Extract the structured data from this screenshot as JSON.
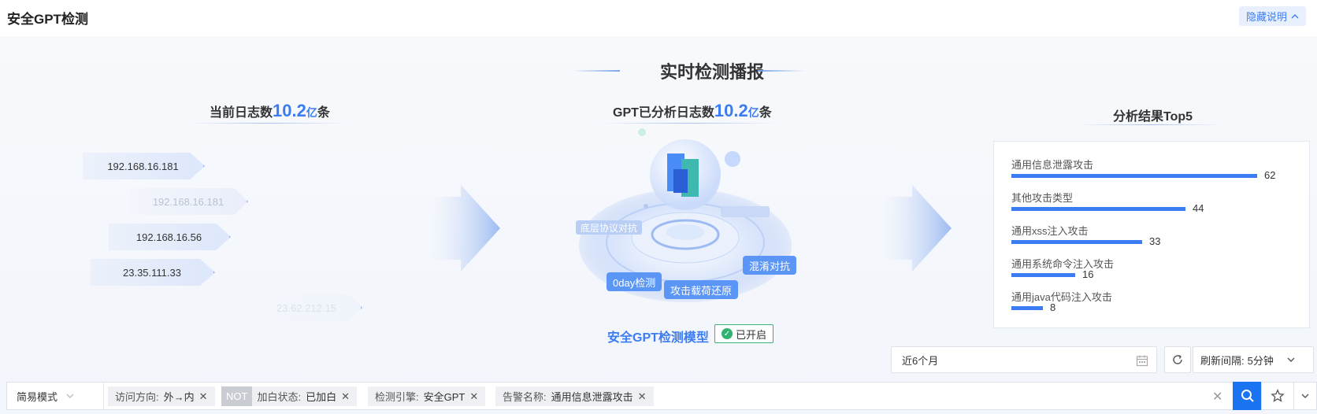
{
  "header": {
    "title": "安全GPT检测",
    "hide_label": "隐藏说明"
  },
  "center": {
    "title": "实时检测播报"
  },
  "stats": {
    "log_count": {
      "prefix": "当前日志数",
      "value": "10.2",
      "unit": "亿",
      "suffix": "条"
    },
    "gpt_count": {
      "prefix": "GPT已分析日志数",
      "value": "10.2",
      "unit": "亿",
      "suffix": "条"
    }
  },
  "ips": [
    "192.168.16.181",
    "192.168.16.181",
    "192.168.16.56",
    "23.35.111.33",
    "23.62.212.15"
  ],
  "model": {
    "labels": [
      "底层协议对抗",
      "0day检测",
      "攻击载荷还原",
      "混淆对抗"
    ],
    "name": "安全GPT检测模型",
    "status": "已开启"
  },
  "top5": {
    "title": "分析结果Top5",
    "max": 62,
    "items": [
      {
        "label": "通用信息泄露攻击",
        "value": 62
      },
      {
        "label": "其他攻击类型",
        "value": 44
      },
      {
        "label": "通用xss注入攻击",
        "value": 33
      },
      {
        "label": "通用系统命令注入攻击",
        "value": 16
      },
      {
        "label": "通用java代码注入攻击",
        "value": 8
      }
    ]
  },
  "controls": {
    "date_range": "近6个月",
    "refresh_interval_label": "刷新间隔:",
    "refresh_interval_value": "5分钟"
  },
  "filters": {
    "mode": "简易模式",
    "chips": [
      {
        "key": "访问方向:",
        "value": "外→内",
        "not": ""
      },
      {
        "key": "加白状态:",
        "value": "已加白",
        "not": "NOT"
      },
      {
        "key": "检测引擎:",
        "value": "安全GPT",
        "not": ""
      },
      {
        "key": "告警名称:",
        "value": "通用信息泄露攻击",
        "not": ""
      }
    ]
  },
  "colors": {
    "accent": "#3b7cf2",
    "success": "#2fb36f",
    "search": "#1a73f0"
  }
}
